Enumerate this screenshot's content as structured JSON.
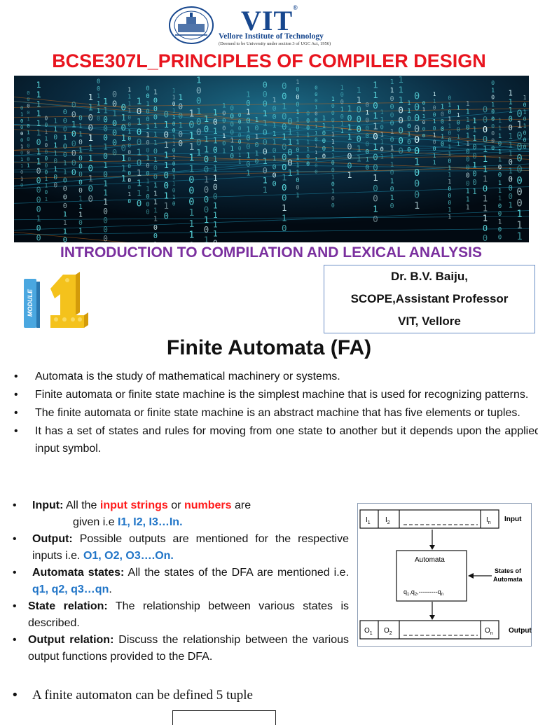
{
  "header": {
    "vit": "VIT",
    "reg": "®",
    "vit_full": "Vellore Institute of Technology",
    "vit_sub": "(Deemed to be University under section 3 of UGC Act, 1956)",
    "course_title": "BCSE307L_PRINCIPLES OF COMPILER DESIGN"
  },
  "intro_title": "INTRODUCTION TO COMPILATION AND LEXICAL ANALYSIS",
  "module": {
    "label": "MODULE",
    "number": "1"
  },
  "author": {
    "name": "Dr. B.V. Baiju,",
    "role": "SCOPE,Assistant Professor",
    "place": "VIT, Vellore"
  },
  "fa_title": "Finite Automata (FA)",
  "bullets": [
    "Automata is the study of mathematical machinery or systems.",
    "Finite automata or finite state machine is the simplest machine that is used for recognizing patterns.",
    "The finite automata or finite state machine is an abstract machine that has five elements or tuples.",
    "It has a set of states and rules for moving from one state to another but it depends upon the applied input symbol."
  ],
  "defs": {
    "input_label": "Input:",
    "input_t1": "All the",
    "input_red1": "input strings",
    "input_t2": "or",
    "input_red2": "numbers",
    "input_t3": "are",
    "input_t4": "given i.e",
    "input_blue": "I1, I2, I3…In.",
    "output_label": "Output:",
    "output_t1": "Possible outputs are mentioned for the respective inputs  i.e.",
    "output_blue": "O1, O2, O3….On.",
    "states_label": "Automata states:",
    "states_t1": "All the states of the DFA are mentioned i.e.",
    "states_blue": "q1, q2, q3…qn",
    "states_t2": ".",
    "relation_label": "State relation:",
    "relation_t1": "The relationship between various states is described.",
    "outrel_label": "Output relation:",
    "outrel_t1": "Discuss the relationship     between the various output functions provided to the DFA."
  },
  "diagram": {
    "input_label": "Input",
    "output_label": "Output",
    "automata_label": "Automata",
    "states_label_1": "States of",
    "states_label_2": "Automata",
    "in_cells": [
      "I",
      "I",
      "I"
    ],
    "in_subs": [
      "1",
      "2",
      "n"
    ],
    "out_cells": [
      "O",
      "O",
      "O"
    ],
    "out_subs": [
      "1",
      "2",
      "n"
    ],
    "q_text": "q",
    "q_subs": [
      "1",
      "2",
      "n"
    ]
  },
  "tuple_text": "A finite automaton can be defined  5 tuple"
}
